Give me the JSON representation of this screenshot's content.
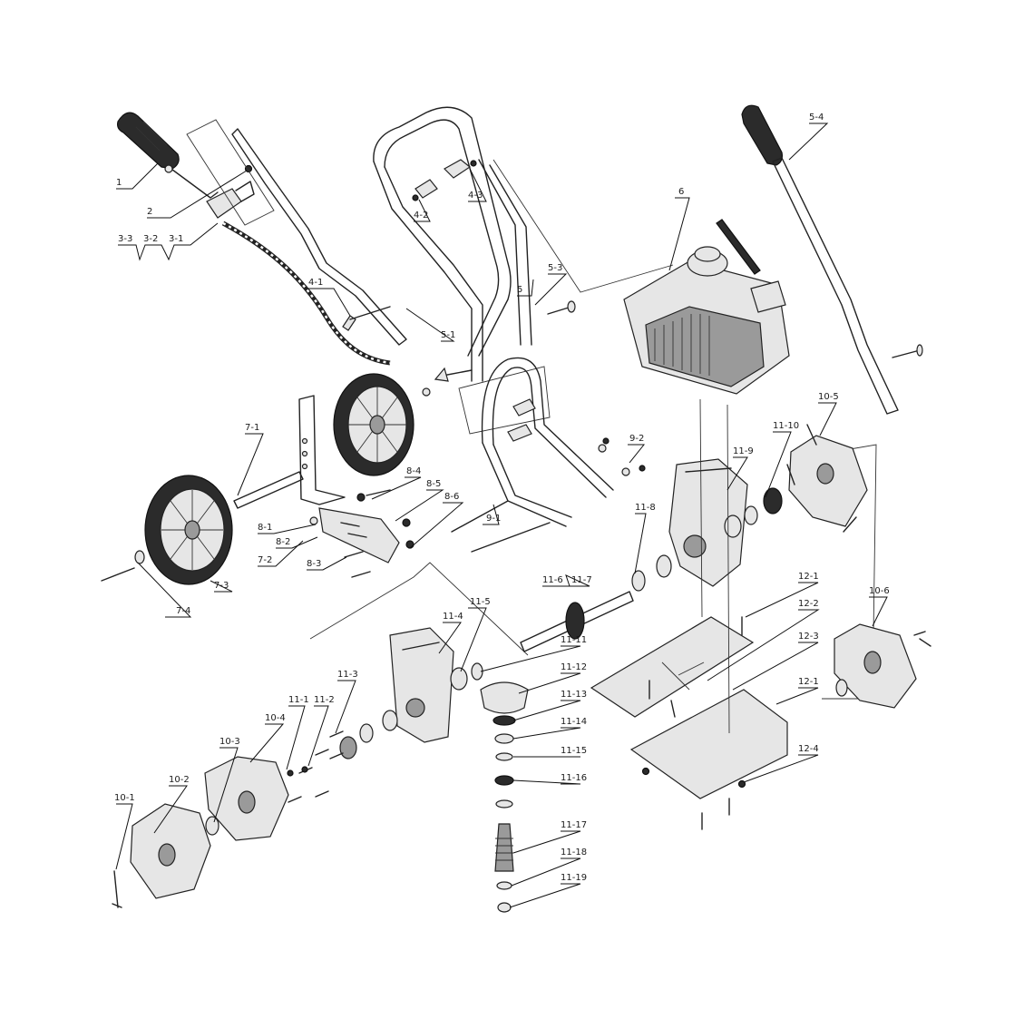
{
  "labels": {
    "l1": "1",
    "l2": "2",
    "l3_3": "3-3",
    "l3_2": "3-2",
    "l3_1": "3-1",
    "l4_1": "4-1",
    "l4_2": "4-2",
    "l4_3": "4-3",
    "l5": "5",
    "l5_1": "5-1",
    "l5_3": "5-3",
    "l5_4": "5-4",
    "l6": "6",
    "l7_1": "7-1",
    "l7_2": "7-2",
    "l7_3": "7-3",
    "l7_4": "7-4",
    "l8_1": "8-1",
    "l8_2": "8-2",
    "l8_3": "8-3",
    "l8_4": "8-4",
    "l8_5": "8-5",
    "l8_6": "8-6",
    "l9_1": "9-1",
    "l9_2": "9-2",
    "l10_1": "10-1",
    "l10_2": "10-2",
    "l10_3": "10-3",
    "l10_4": "10-4",
    "l10_5": "10-5",
    "l10_6": "10-6",
    "l11_1": "11-1",
    "l11_2": "11-2",
    "l11_3": "11-3",
    "l11_4": "11-4",
    "l11_5": "11-5",
    "l11_6": "11-6",
    "l11_7": "11-7",
    "l11_8": "11-8",
    "l11_9": "11-9",
    "l11_10": "11-10",
    "l11_11": "11-11",
    "l11_12": "11-12",
    "l11_13": "11-13",
    "l11_14": "11-14",
    "l11_15": "11-15",
    "l11_16": "11-16",
    "l11_17": "11-17",
    "l11_18": "11-18",
    "l11_19": "11-19",
    "l12_1a": "12-1",
    "l12_2": "12-2",
    "l12_3": "12-3",
    "l12_1b": "12-1",
    "l12_4": "12-4"
  }
}
